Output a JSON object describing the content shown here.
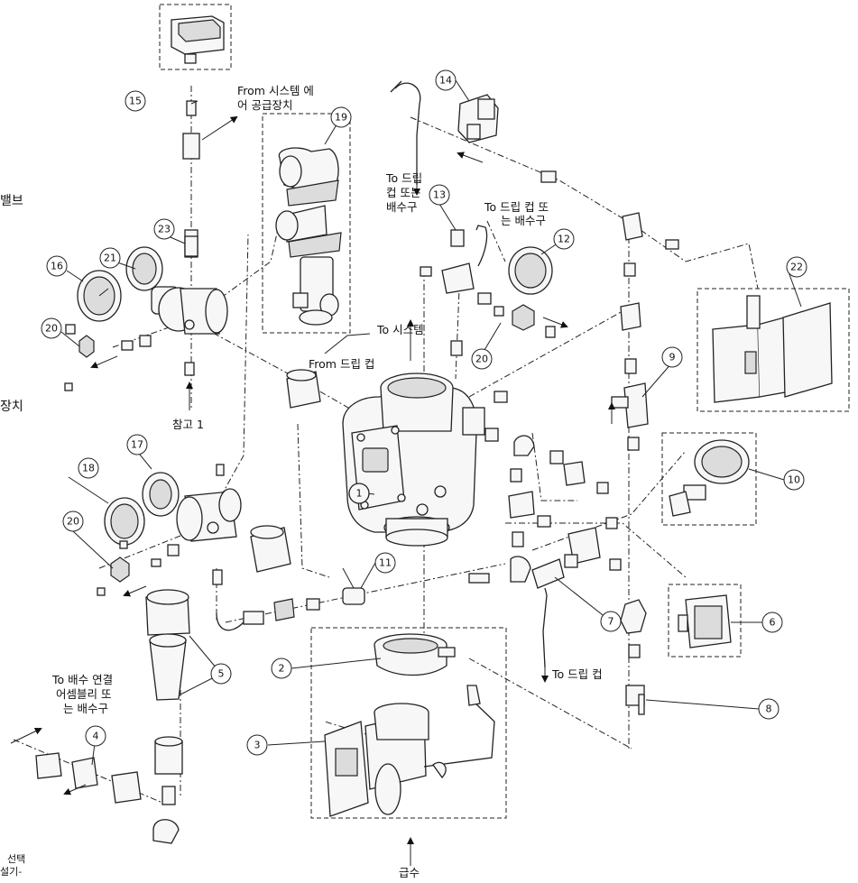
{
  "labels": {
    "from_system_air_l1": "From 시스템 에",
    "from_system_air_l2": "어 공급장치",
    "valve_partial": "밸브",
    "device_partial": "장치",
    "ref1": "참고 1",
    "to_drip_l1": "To 드립",
    "to_drip_l2": "컵 또는",
    "to_drip_l3": "배수구",
    "to_drip2_l1": "To 드립 컵 또",
    "to_drip2_l2": "는 배수구",
    "to_system": "To 시스템",
    "from_drip": "From 드립 컵",
    "to_drip3": "To 드립 컵",
    "to_drain_l1": "To 배수 연결",
    "to_drain_l2": "어셈블리 또",
    "to_drain_l3": "는 배수구",
    "water_supply": "급수",
    "select_partial_l1": "선택",
    "select_partial_l2": "설기-"
  },
  "callouts": {
    "n1": "1",
    "n2": "2",
    "n3": "3",
    "n4": "4",
    "n5": "5",
    "n6": "6",
    "n7": "7",
    "n8": "8",
    "n9": "9",
    "n10": "10",
    "n11": "11",
    "n12": "12",
    "n13": "13",
    "n14": "14",
    "n15": "15",
    "n16": "16",
    "n17": "17",
    "n18": "18",
    "n19": "19",
    "n20a": "20",
    "n20b": "20",
    "n20c": "20",
    "n21": "21",
    "n22": "22",
    "n23": "23"
  }
}
